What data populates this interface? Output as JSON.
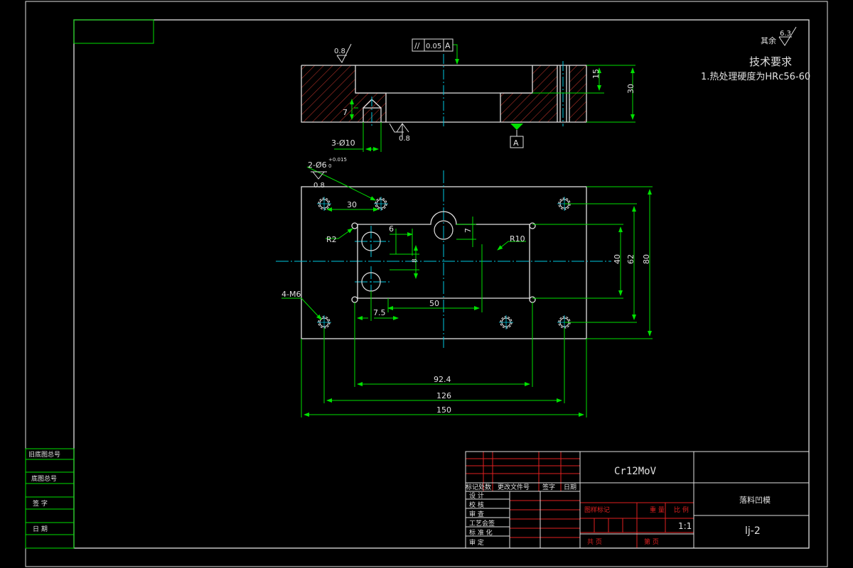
{
  "surface_roughness": {
    "general_label": "其余",
    "general_value": "6.3",
    "top_face": "0.8",
    "bottom_face": "0.8",
    "hole_face": "0.8"
  },
  "technical_requirements": {
    "title": "技术要求",
    "items": [
      "1.热处理硬度为HRc56-60"
    ]
  },
  "tolerance_frame": {
    "symbol": "//",
    "value": "0.05",
    "datum": "A"
  },
  "datum_label": "A",
  "section_view": {
    "dims": {
      "height_total": "30",
      "height_step": "15",
      "counterbore_depth": "7",
      "holes": "3-Ø10"
    }
  },
  "plan_view": {
    "dims": {
      "dowel_holes": "2-Ø6",
      "dowel_tol": "+0.015",
      "dowel_tol_low": "0",
      "dowel_pitch": "30",
      "corner_radius": "R2",
      "end_radius": "R10",
      "small_dim_6": "6",
      "small_dim_7": "7",
      "small_dim_8": "8",
      "dim_7_5": "7.5",
      "dim_50": "50",
      "dim_40": "40",
      "dim_62": "62",
      "dim_80": "80",
      "tapped_holes": "4-M6",
      "dim_92_4": "92.4",
      "dim_126": "126",
      "dim_150": "150"
    }
  },
  "side_table": [
    "旧底图总号",
    "底图总号",
    "签 字",
    "日 期"
  ],
  "title_block": {
    "rev_headers": [
      "标记",
      "处数",
      "更改文件号",
      "签字",
      "日期"
    ],
    "sign_rows": [
      "设 计",
      "校 核",
      "审 查",
      "工艺会签",
      "标 准 化",
      "审 定"
    ],
    "material": "Cr12MoV",
    "part_name": "落料凹模",
    "stage_label": "图样标记",
    "weight_label": "重 量",
    "scale_label": "比 例",
    "scale_value": "1:1",
    "sheet_total_label": "共 页",
    "sheet_label": "第 页",
    "drawing_no": "lj-2"
  }
}
